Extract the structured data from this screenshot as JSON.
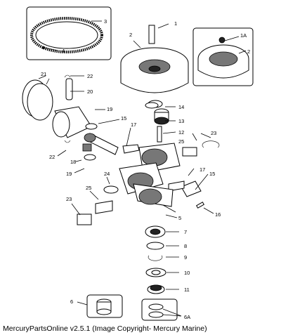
{
  "caption": "MercuryPartsOnline v2.5.1 (Image Copyright- Mercury Marine)",
  "callouts": {
    "c1": "1",
    "c1A": "1A",
    "c2a": "2",
    "c2b": "2",
    "c3": "3",
    "c4": "4",
    "c5": "5",
    "c6": "6",
    "c6A": "6A",
    "c7": "7",
    "c8": "8",
    "c9": "9",
    "c10": "10",
    "c11": "11",
    "c12": "12",
    "c13": "13",
    "c14": "14",
    "c15a": "15",
    "c15b": "15",
    "c16": "16",
    "c17a": "17",
    "c17b": "17",
    "c18": "18",
    "c19a": "19",
    "c19b": "19",
    "c20": "20",
    "c21": "21",
    "c22a": "22",
    "c22b": "22",
    "c23a": "23",
    "c23b": "23",
    "c24": "24",
    "c25a": "25",
    "c25b": "25"
  }
}
